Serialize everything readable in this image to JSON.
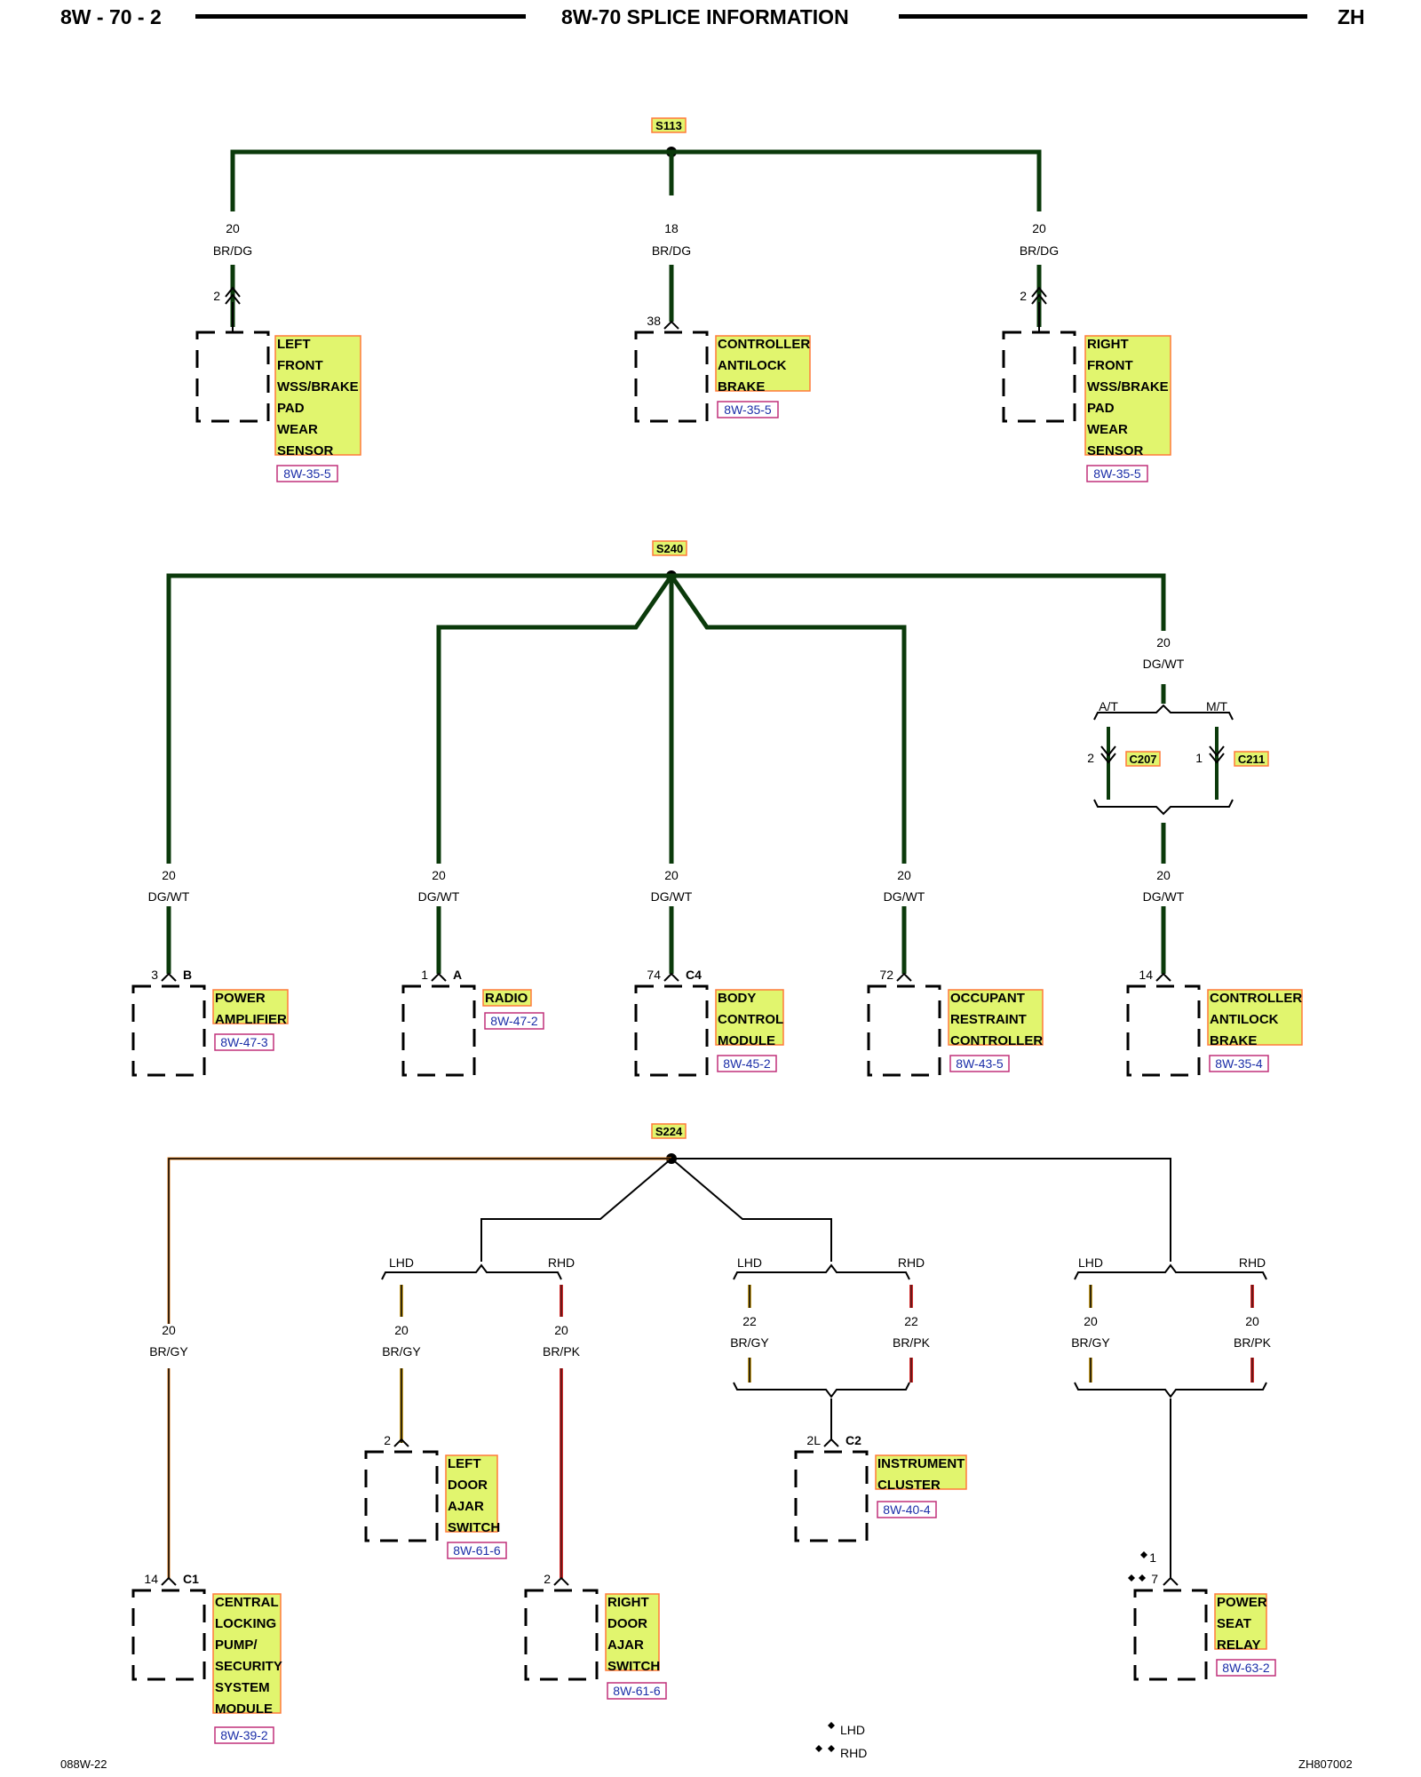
{
  "header": {
    "page_number": "8W - 70 - 2",
    "title": "8W-70 SPLICE INFORMATION",
    "code": "ZH"
  },
  "footer": {
    "left_code": "088W-22",
    "right_code": "ZH807002",
    "legend": {
      "lhd": "LHD",
      "rhd": "RHD"
    }
  },
  "colors": {
    "label_fill": "#e1f56e",
    "label_border": "#ff7a3a",
    "ref_border": "#c0307a",
    "ref_text": "#1b2ea8",
    "wire_dark_green": "#0b3a0b",
    "wire_black": "#000000",
    "wire_red": "#d43030",
    "wire_tan": "#c9a02a",
    "wire_orange": "#e08020"
  },
  "splices": {
    "s113": {
      "name": "S113",
      "branches": [
        {
          "gauge": "20",
          "color": "BR/DG",
          "pin": "2",
          "component": [
            "LEFT",
            "FRONT",
            "WSS/BRAKE",
            "PAD",
            "WEAR",
            "SENSOR"
          ],
          "ref": "8W-35-5"
        },
        {
          "gauge": "18",
          "color": "BR/DG",
          "pin": "38",
          "component": [
            "CONTROLLER",
            "ANTILOCK",
            "BRAKE"
          ],
          "ref": "8W-35-5"
        },
        {
          "gauge": "20",
          "color": "BR/DG",
          "pin": "2",
          "component": [
            "RIGHT",
            "FRONT",
            "WSS/BRAKE",
            "PAD",
            "WEAR",
            "SENSOR"
          ],
          "ref": "8W-35-5"
        }
      ]
    },
    "s240": {
      "name": "S240",
      "branches": [
        {
          "gauge": "20",
          "color": "DG/WT",
          "pin": "3",
          "connector": "B",
          "component": [
            "POWER",
            "AMPLIFIER"
          ],
          "ref": "8W-47-3"
        },
        {
          "gauge": "20",
          "color": "DG/WT",
          "pin": "1",
          "connector": "A",
          "component": [
            "RADIO"
          ],
          "ref": "8W-47-2"
        },
        {
          "gauge": "20",
          "color": "DG/WT",
          "pin": "74",
          "connector": "C4",
          "component": [
            "BODY",
            "CONTROL",
            "MODULE"
          ],
          "ref": "8W-45-2"
        },
        {
          "gauge": "20",
          "color": "DG/WT",
          "pin": "72",
          "connector": "",
          "component": [
            "OCCUPANT",
            "RESTRAINT",
            "CONTROLLER"
          ],
          "ref": "8W-43-5"
        },
        {
          "gauge_top": "20",
          "color_top": "DG/WT",
          "option_left": "A/T",
          "option_right": "M/T",
          "pin_left": "2",
          "pin_right": "1",
          "inline_left": "C207",
          "inline_right": "C211",
          "gauge": "20",
          "color": "DG/WT",
          "pin": "14",
          "component": [
            "CONTROLLER",
            "ANTILOCK",
            "BRAKE"
          ],
          "ref": "8W-35-4"
        }
      ]
    },
    "s224": {
      "name": "S224",
      "branches": [
        {
          "gauge": "20",
          "color": "BR/GY",
          "pin": "14",
          "connector": "C1",
          "component": [
            "CENTRAL",
            "LOCKING",
            "PUMP/",
            "SECURITY",
            "SYSTEM",
            "MODULE"
          ],
          "ref": "8W-39-2"
        },
        {
          "lhd": "LHD",
          "rhd": "RHD",
          "left": {
            "gauge": "20",
            "color": "BR/GY",
            "pin": "2",
            "component": [
              "LEFT",
              "DOOR",
              "AJAR",
              "SWITCH"
            ],
            "ref": "8W-61-6"
          },
          "right": {
            "gauge": "20",
            "color": "BR/PK",
            "pin": "2",
            "component": [
              "RIGHT",
              "DOOR",
              "AJAR",
              "SWITCH"
            ],
            "ref": "8W-61-6"
          }
        },
        {
          "lhd": "LHD",
          "rhd": "RHD",
          "gauge_left": "22",
          "color_left": "BR/GY",
          "gauge_right": "22",
          "color_right": "BR/PK",
          "pin": "2L",
          "connector": "C2",
          "component": [
            "INSTRUMENT",
            "CLUSTER"
          ],
          "ref": "8W-40-4"
        },
        {
          "lhd": "LHD",
          "rhd": "RHD",
          "gauge_left": "20",
          "color_left": "BR/GY",
          "gauge_right": "20",
          "color_right": "BR/PK",
          "pin_lhd": "1",
          "pin_rhd": "7",
          "component": [
            "POWER",
            "SEAT",
            "RELAY"
          ],
          "ref": "8W-63-2"
        }
      ]
    }
  }
}
